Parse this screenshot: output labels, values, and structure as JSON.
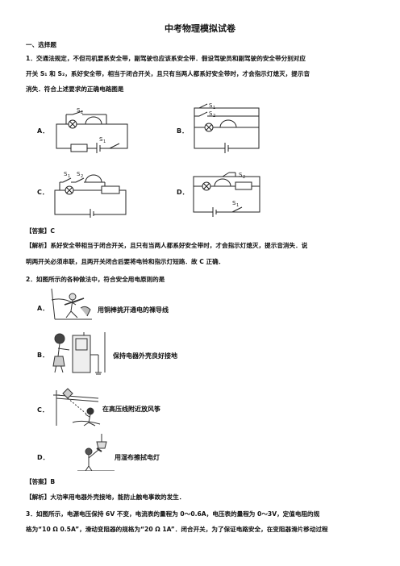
{
  "title": "中考物理模拟试卷",
  "section1": "一、选择题",
  "q1": {
    "line1": "1．交通法规定，不但司机要系安全带，副驾驶也应该系安全带．假设驾驶员和副驾驶的安全带分别对应",
    "line2": "开关 S₁ 和 S₂，系好安全带，相当于闭合开关，且只有当两人都系好安全带时，才会指示灯熄灭，提示音",
    "line3": "消失．符合上述要求的正确电路图是",
    "options": [
      "A．",
      "B．",
      "C．",
      "D．"
    ],
    "labels": {
      "s1": "S",
      "s2": "S",
      "sub1": "1",
      "sub2": "2"
    },
    "answer": "【答案】C",
    "analysis1": "【解析】系好安全带相当于闭合开关，且只有当两人都系好安全带时，才会指示灯熄灭，提示音消失．说",
    "analysis2": "明两开关必须串联，且两开关闭合后要将电铃和指示灯短路．故 C 正确．"
  },
  "q2": {
    "stem": "2．如图所示的各种做法中，符合安全用电原则的是",
    "options": [
      {
        "key": "A．",
        "text": "用铜棒挑开通电的裸导线"
      },
      {
        "key": "B．",
        "text": "保持电器外壳良好接地"
      },
      {
        "key": "C．",
        "text": "在高压线附近放风筝"
      },
      {
        "key": "D．",
        "text": "用湿布擦拭电灯"
      }
    ],
    "answer": "【答案】B",
    "analysis": "【解析】大功率用电器外壳接地，能防止触电事故的发生．"
  },
  "q3": {
    "line1": "3．如图所示，电源电压保持 6V 不变，电流表的量程为 0～0.6A，电压表的量程为 0～3V，定值电阻的规",
    "line2": "格为“10 Ω 0.5A”，滑动变阻器的规格为“20 Ω 1A”．闭合开关，为了保证电路安全，在变阻器滑片移动过程"
  }
}
